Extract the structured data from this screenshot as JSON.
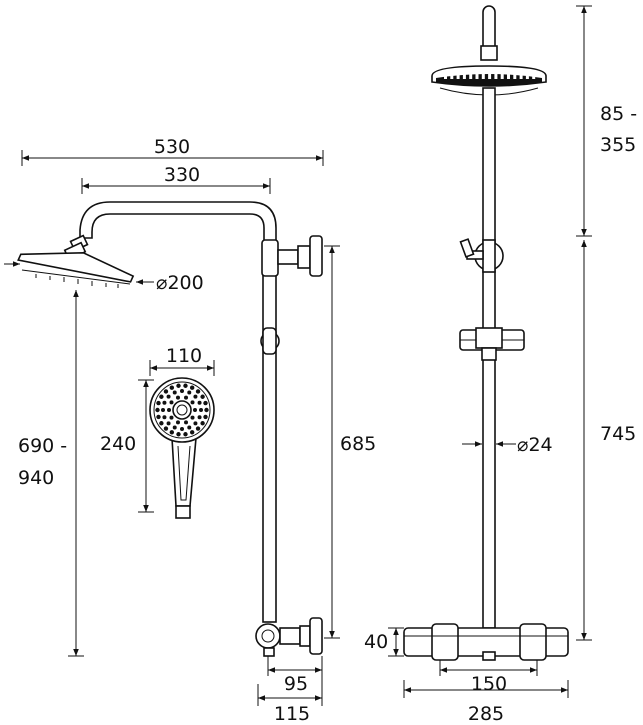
{
  "figure": {
    "title": "",
    "left_view": {
      "dims": {
        "overall_projection": "530",
        "arm_projection": "330",
        "head_diameter": "⌀200",
        "head_height_range_top": "690 -",
        "head_height_range_bottom": "940",
        "riser_height": "685",
        "wall_offset_inner": "95",
        "wall_offset_outer": "115"
      }
    },
    "handset": {
      "dims": {
        "width": "110",
        "length": "240"
      }
    },
    "front_view": {
      "dims": {
        "head_adjust_top": "85 -",
        "head_adjust_bottom": "355",
        "pipe_diameter": "⌀24",
        "rail_length": "745",
        "valve_height": "40",
        "valve_centres": "150",
        "valve_width": "285"
      }
    }
  },
  "colors": {
    "line": "#111111",
    "background": "#ffffff"
  }
}
